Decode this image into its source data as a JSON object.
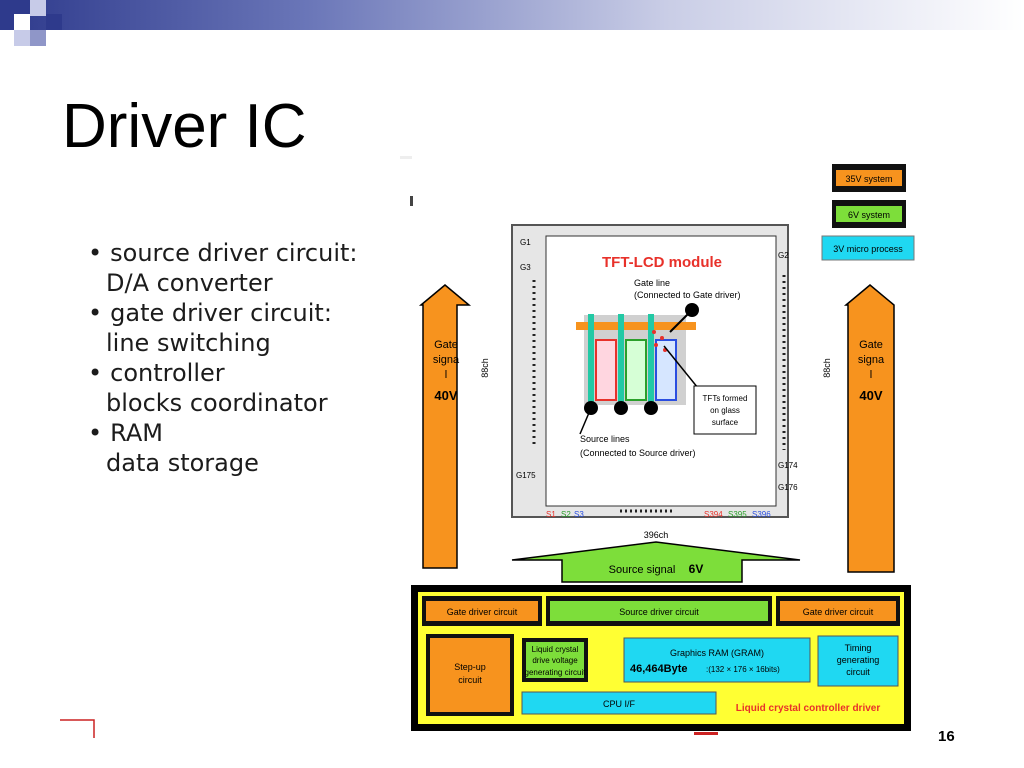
{
  "slide": {
    "title": "Driver IC",
    "page_number": "16"
  },
  "bullets": [
    {
      "main": "source driver circuit:",
      "sub": "D/A converter"
    },
    {
      "main": "gate driver circuit:",
      "sub": "line switching"
    },
    {
      "main": "controller",
      "sub": "blocks coordinator"
    },
    {
      "main": "RAM",
      "sub": "data storage"
    }
  ],
  "diagram": {
    "legend": {
      "v35": "35V system",
      "v6": "6V system",
      "v3": "3V micro process"
    },
    "module": {
      "title": "TFT-LCD module",
      "gate_line": "Gate line",
      "gate_line_note": "(Connected to Gate driver)",
      "tft_1": "TFTs formed",
      "tft_2": "on glass",
      "tft_3": "surface",
      "source_lines": "Source lines",
      "source_lines_note": "(Connected to Source driver)",
      "g1": "G1",
      "g2": "G2",
      "g3": "G3",
      "g174": "G174",
      "g175": "G175",
      "g176": "G176",
      "s1": "S1",
      "s2": "S2",
      "s3": "S3",
      "s394": "S394",
      "s395": "S395",
      "s396": "S396"
    },
    "gate_left": {
      "l1": "Gate",
      "l2": "signa",
      "l3": "l",
      "volt": "40V",
      "ch": "88ch"
    },
    "gate_right": {
      "l1": "Gate",
      "l2": "signa",
      "l3": "l",
      "volt": "40V",
      "ch": "88ch"
    },
    "source_signal": {
      "ch": "396ch",
      "label": "Source signal",
      "volt": "6V"
    },
    "controller": {
      "gate_driver_left": "Gate driver circuit",
      "source_driver": "Source driver circuit",
      "gate_driver_right": "Gate driver circuit",
      "stepup_1": "Step-up",
      "stepup_2": "circuit",
      "lc_1": "Liquid crystal",
      "lc_2": "drive voltage",
      "lc_3": "generating circuit",
      "gram_title": "Graphics RAM (GRAM)",
      "gram_size": "46,464Byte",
      "gram_dims": ":(132 × 176 × 16bits)",
      "timing_1": "Timing",
      "timing_2": "generating",
      "timing_3": "circuit",
      "cpu": "CPU I/F",
      "lc_driver": "Liquid crystal controller driver"
    }
  },
  "colors": {
    "orange": "#f7931e",
    "green": "#7dde3a",
    "cyan": "#1fd8f2",
    "yellow": "#ffff33",
    "red_title": "#e8312a"
  }
}
